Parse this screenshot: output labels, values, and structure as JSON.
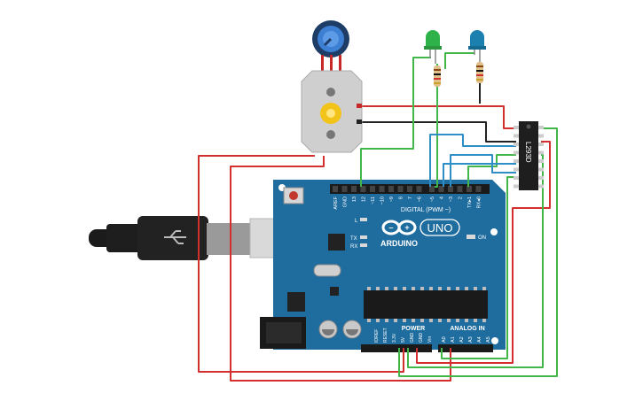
{
  "board": {
    "brand": "ARDUINO",
    "model": "UNO",
    "digital_label": "DIGITAL (PWM ~)",
    "power_label": "POWER",
    "analog_label": "ANALOG IN",
    "on_label": "ON",
    "led_l": "L",
    "led_tx": "TX",
    "led_rx": "RX",
    "digital_pins": [
      "AREF",
      "GND",
      "13",
      "12",
      "~11",
      "~10",
      "~9",
      "8",
      "7",
      "~6",
      "~5",
      "4",
      "~3",
      "2",
      "TX▸1",
      "RX◂0"
    ],
    "power_pins": [
      "IOREF",
      "RESET",
      "3.3V",
      "5V",
      "GND",
      "GND",
      "Vin"
    ],
    "analog_pins": [
      "A0",
      "A1",
      "A2",
      "A3",
      "A4",
      "A5"
    ]
  },
  "chip": {
    "label": "L293D"
  },
  "leds": [
    {
      "color": "#2fb24a"
    },
    {
      "color": "#1b80ad"
    }
  ],
  "colors": {
    "board": "#1f6c9f",
    "wire_red": "#d32f2f",
    "wire_green": "#43b649",
    "wire_blue": "#2d8fc6",
    "wire_black": "#222222"
  }
}
